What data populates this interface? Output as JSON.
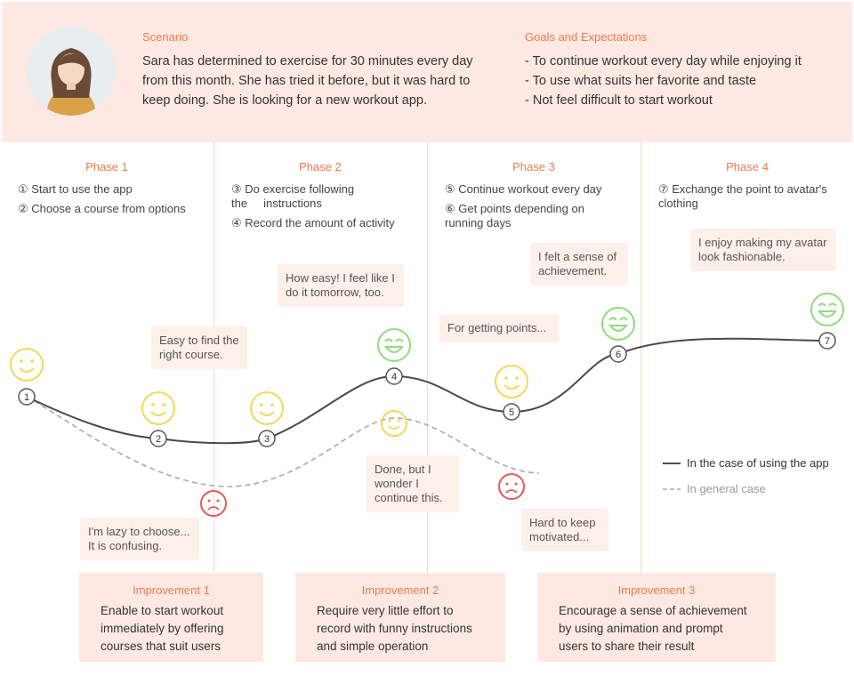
{
  "header": {
    "scenario_title": "Scenario",
    "scenario_text": "Sara has determined to exercise for 30 minutes every day from this month. She has tried it before, but it was hard to keep doing. She is looking for a new workout app.",
    "goals_title": "Goals and Expectations",
    "goals": [
      "- To continue workout every day while enjoying it",
      "- To use what suits her favorite and taste",
      "- Not feel difficult to start workout"
    ]
  },
  "phases": [
    {
      "title": "Phase 1",
      "steps": [
        "① Start to use the app",
        "② Choose a course from options"
      ]
    },
    {
      "title": "Phase 2",
      "steps": [
        "③ Do exercise following the     instructions",
        "④ Record the amount of activity"
      ]
    },
    {
      "title": "Phase 3",
      "steps": [
        "⑤ Continue workout every day",
        "⑥ Get points depending on running days"
      ]
    },
    {
      "title": "Phase 4",
      "steps": [
        "⑦ Exchange the point to avatar's clothing"
      ]
    }
  ],
  "bubbles": {
    "b1": "Easy to find the right course.",
    "b2": "How easy! I feel like I do it tomorrow, too.",
    "b3": "For getting points...",
    "b4": "I felt a sense of achievement.",
    "b5": "I enjoy making my avatar look fashionable.",
    "b6": "I'm lazy to choose... It is confusing.",
    "b7": "Done, but I wonder I continue this.",
    "b8": "Hard to keep motivated..."
  },
  "points": [
    "1",
    "2",
    "3",
    "4",
    "5",
    "6",
    "7"
  ],
  "legend": {
    "app": "In the case of using the app",
    "general": "In general case"
  },
  "improvements": [
    {
      "title": "Improvement 1",
      "text": "Enable to start workout immediately by offering courses that suit users"
    },
    {
      "title": "Improvement 2",
      "text": "Require very little effort to record with funny instructions and simple operation"
    },
    {
      "title": "Improvement 3",
      "text": "Encourage a sense of achievement by using animation and prompt users to share their result"
    }
  ],
  "colors": {
    "accent": "#ee7a4f",
    "header_bg": "#fde9e2",
    "happy_yellow": "#f2d85a",
    "happy_green": "#8fdc7e",
    "sad_red": "#e05b5b",
    "line_app": "#4a4a4a",
    "line_general": "#aaaaaa"
  }
}
